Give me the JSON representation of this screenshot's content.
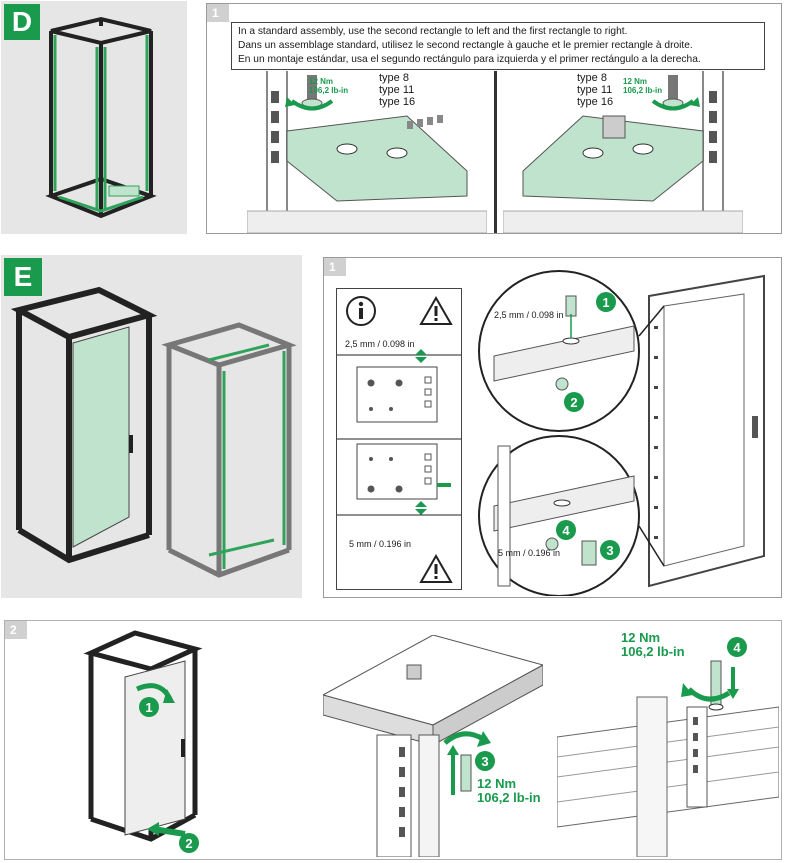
{
  "sectionD": {
    "badge": "D",
    "step": "1",
    "instructions": [
      "In a standard assembly, use the second rectangle to left and the first rectangle to right.",
      "Dans un assemblage standard, utilisez le second rectangle à gauche et le premier rectangle à droite.",
      "En un montaje estándar, usa el segundo rectángulo para izquierda y el primer rectángulo a la derecha."
    ],
    "torque_nm": "12 Nm",
    "torque_lbin": "106,2 lb-in",
    "types": [
      "type 8",
      "type 11",
      "type 16"
    ]
  },
  "sectionE": {
    "badge": "E",
    "step": "1",
    "gap_top": "2,5 mm / 0.098 in",
    "gap_bottom": "5 mm / 0.196 in",
    "info_icon": "info-icon",
    "warning_icon": "warning-icon",
    "callouts": [
      "1",
      "2",
      "3",
      "4"
    ]
  },
  "step2": {
    "step": "2",
    "torque_nm": "12 Nm",
    "torque_lbin": "106,2 lb-in",
    "callouts": [
      "1",
      "2",
      "3",
      "4"
    ]
  },
  "colors": {
    "accent_green": "#199a4c",
    "panel_green": "#bfe3cc",
    "gray_bg": "#e6e6e6"
  }
}
